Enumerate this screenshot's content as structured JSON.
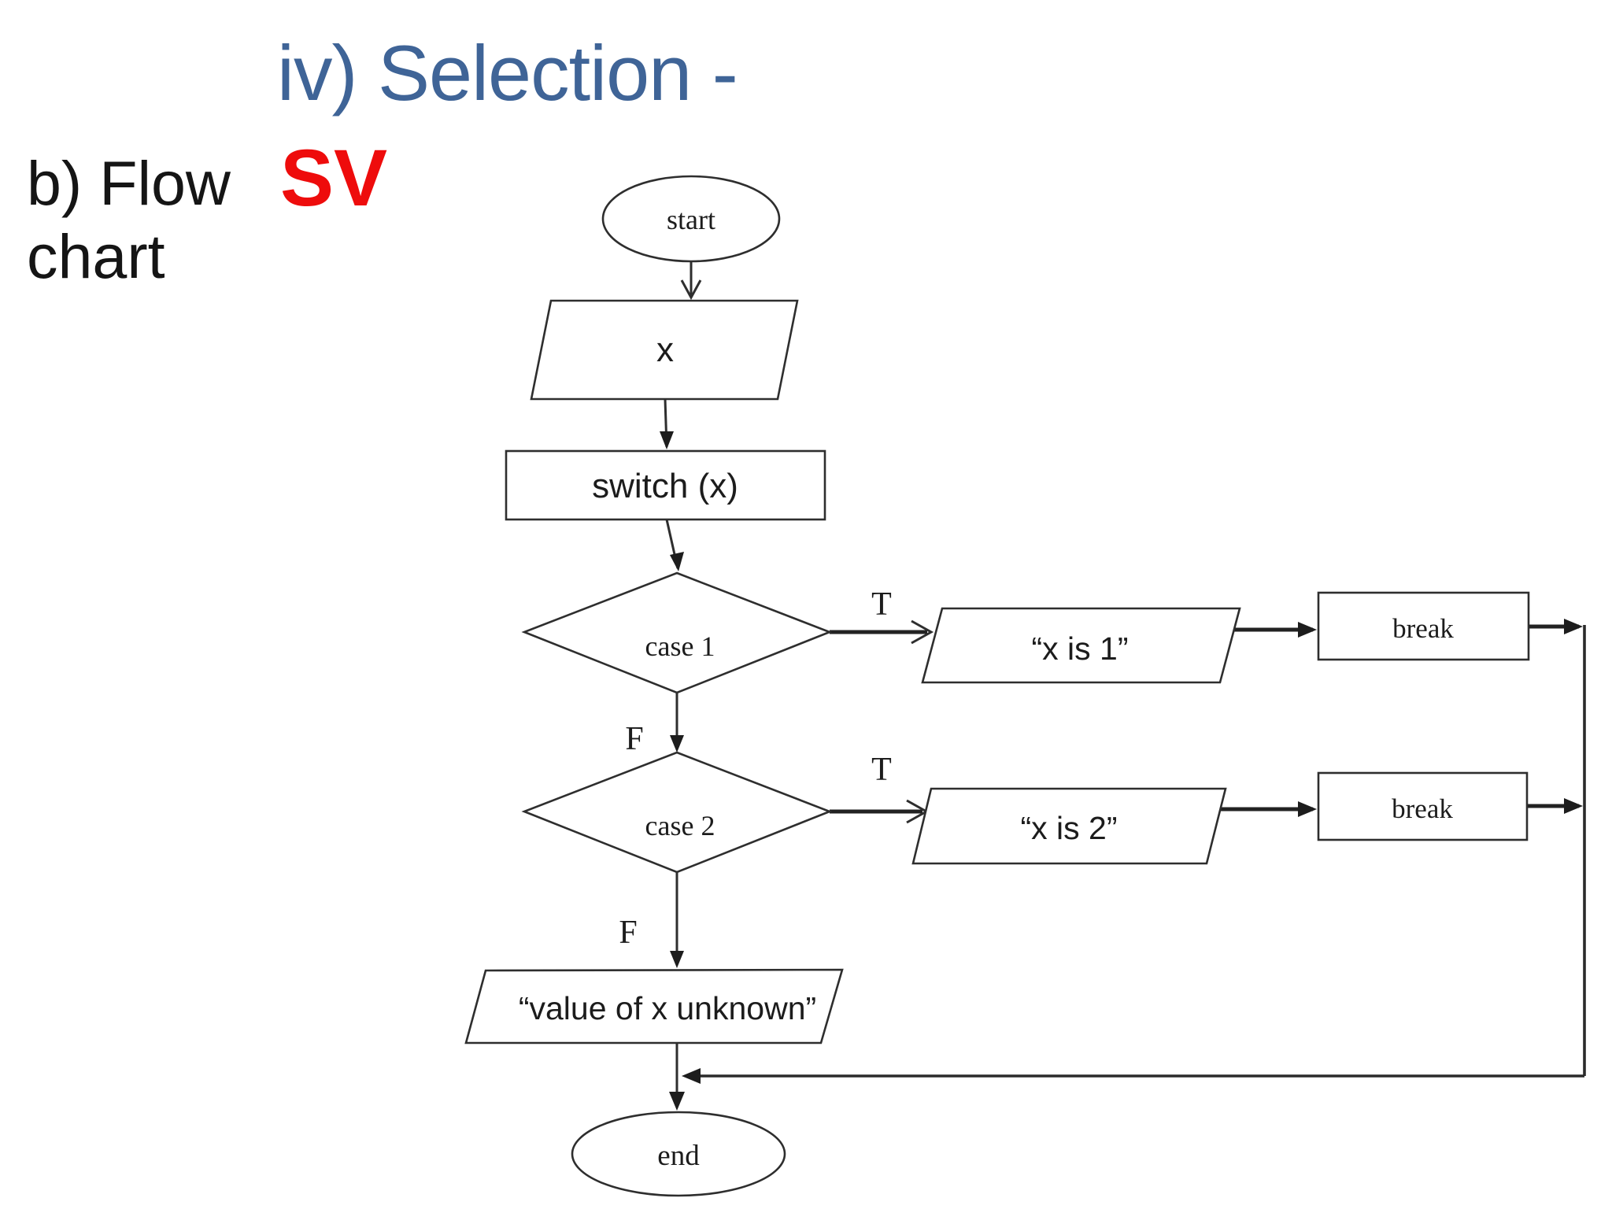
{
  "slide": {
    "title": "iv) Selection -",
    "title_color": "#3f6497",
    "red_label": "SV",
    "red_color": "#ee0c0c",
    "side_label_line1": "b) Flow",
    "side_label_line2": "chart",
    "text_color": "#151515",
    "line_color": "#2e2e2e"
  },
  "flowchart": {
    "start": "start",
    "input": "x",
    "switch": "switch (x)",
    "case1": "case 1",
    "case2": "case 2",
    "true1": "T",
    "true2": "T",
    "false1": "F",
    "false2": "F",
    "output1": "“x is 1”",
    "output2": "“x is 2”",
    "break1": "break",
    "break2": "break",
    "default_output": "“value of x unknown”",
    "end": "end"
  }
}
